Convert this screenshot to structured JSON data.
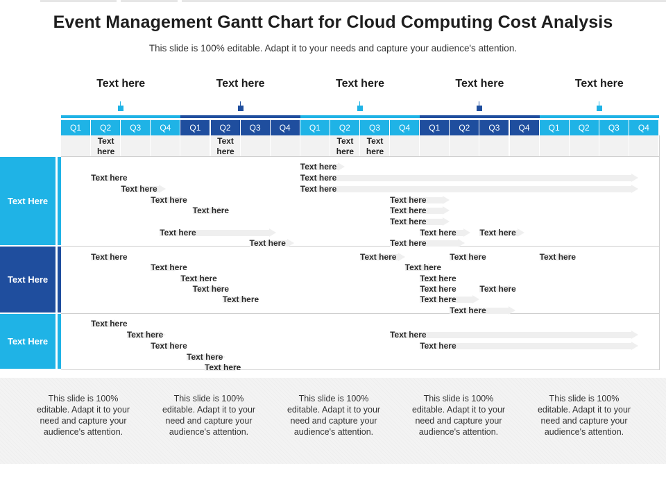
{
  "title": "Event Management Gantt Chart for Cloud Computing Cost Analysis",
  "subtitle": "This slide is 100% editable. Adapt it to your needs and capture your audience's attention.",
  "colors": {
    "light_blue": "#1fb3e6",
    "dark_blue": "#1f4e9e",
    "arrow_gray": "#efefef",
    "note_gray": "#f2f2f2"
  },
  "icons": {
    "milestone_marker": "square-pin-icon",
    "task_arrow": "arrow-right-icon"
  },
  "milestones": [
    {
      "label": "Text here",
      "year_index": 0
    },
    {
      "label": "Text here",
      "year_index": 1
    },
    {
      "label": "Text here",
      "year_index": 2
    },
    {
      "label": "Text here",
      "year_index": 3
    },
    {
      "label": "Text here",
      "year_index": 4
    }
  ],
  "quarters": [
    "Q1",
    "Q2",
    "Q3",
    "Q4"
  ],
  "years": [
    {
      "tone": "light"
    },
    {
      "tone": "dark"
    },
    {
      "tone": "light"
    },
    {
      "tone": "dark"
    },
    {
      "tone": "light"
    }
  ],
  "quarter_notes": [
    {
      "quarter_index": 1,
      "text": "Text here"
    },
    {
      "quarter_index": 5,
      "text": "Text here"
    },
    {
      "quarter_index": 9,
      "text": "Text here"
    },
    {
      "quarter_index": 10,
      "text": "Text here"
    }
  ],
  "groups": [
    {
      "label": "Text Here",
      "tone": "light",
      "tasks": [
        {
          "label": "Text here",
          "start": 1.0,
          "end": 2.0
        },
        {
          "label": "Text here",
          "start": 2.0,
          "end": 3.5
        },
        {
          "label": "Text here",
          "start": 3.0,
          "end": 4.2
        },
        {
          "label": "Text here",
          "start": 4.4,
          "end": 5.5
        },
        {
          "label": "Text here",
          "start": 3.3,
          "end": 7.2
        },
        {
          "label": "Text here",
          "start": 6.3,
          "end": 7.8
        },
        {
          "label": "Text here",
          "start": 8.0,
          "end": 9.5
        },
        {
          "label": "Text here",
          "start": 8.0,
          "end": 19.3
        },
        {
          "label": "Text here",
          "start": 8.0,
          "end": 19.3
        },
        {
          "label": "Text here",
          "start": 11.0,
          "end": 13.0
        },
        {
          "label": "Text here",
          "start": 11.0,
          "end": 13.0
        },
        {
          "label": "Text here",
          "start": 11.0,
          "end": 13.0
        },
        {
          "label": "Text here",
          "start": 12.0,
          "end": 13.7
        },
        {
          "label": "Text here",
          "start": 14.0,
          "end": 15.5
        },
        {
          "label": "Text here",
          "start": 11.0,
          "end": 13.5
        }
      ]
    },
    {
      "label": "Text Here",
      "tone": "dark",
      "tasks": [
        {
          "label": "Text here",
          "start": 1.0,
          "end": 2.0
        },
        {
          "label": "Text here",
          "start": 3.0,
          "end": 4.0
        },
        {
          "label": "Text here",
          "start": 4.0,
          "end": 5.0
        },
        {
          "label": "Text here",
          "start": 4.4,
          "end": 5.5
        },
        {
          "label": "Text here",
          "start": 5.4,
          "end": 6.2
        },
        {
          "label": "Text here",
          "start": 10.0,
          "end": 11.5
        },
        {
          "label": "Text here",
          "start": 11.5,
          "end": 12.5
        },
        {
          "label": "Text here",
          "start": 13.0,
          "end": 14.2
        },
        {
          "label": "Text here",
          "start": 16.0,
          "end": 17.2
        },
        {
          "label": "Text here",
          "start": 12.0,
          "end": 13.0
        },
        {
          "label": "Text here",
          "start": 12.0,
          "end": 13.0
        },
        {
          "label": "Text here",
          "start": 14.0,
          "end": 15.2
        },
        {
          "label": "Text here",
          "start": 12.0,
          "end": 14.0
        },
        {
          "label": "Text here",
          "start": 13.0,
          "end": 15.2
        }
      ]
    },
    {
      "label": "Text Here",
      "tone": "light",
      "tasks": [
        {
          "label": "Text here",
          "start": 1.0,
          "end": 2.0
        },
        {
          "label": "Text here",
          "start": 2.2,
          "end": 3.5
        },
        {
          "label": "Text here",
          "start": 3.0,
          "end": 4.0
        },
        {
          "label": "Text here",
          "start": 4.2,
          "end": 5.5
        },
        {
          "label": "Text here",
          "start": 4.8,
          "end": 6.0
        },
        {
          "label": "Text here",
          "start": 11.0,
          "end": 19.3
        },
        {
          "label": "Text here",
          "start": 12.0,
          "end": 19.3
        }
      ]
    }
  ],
  "footer_notes": [
    "This slide is 100% editable. Adapt it to your need and capture your audience's attention.",
    "This slide is 100% editable. Adapt it to your need and capture your audience's attention.",
    "This slide is 100% editable. Adapt it to your need and capture your audience's attention.",
    "This slide is 100% editable. Adapt it to your need and capture your audience's attention.",
    "This slide is 100% editable. Adapt it to your need and capture your audience's attention."
  ]
}
